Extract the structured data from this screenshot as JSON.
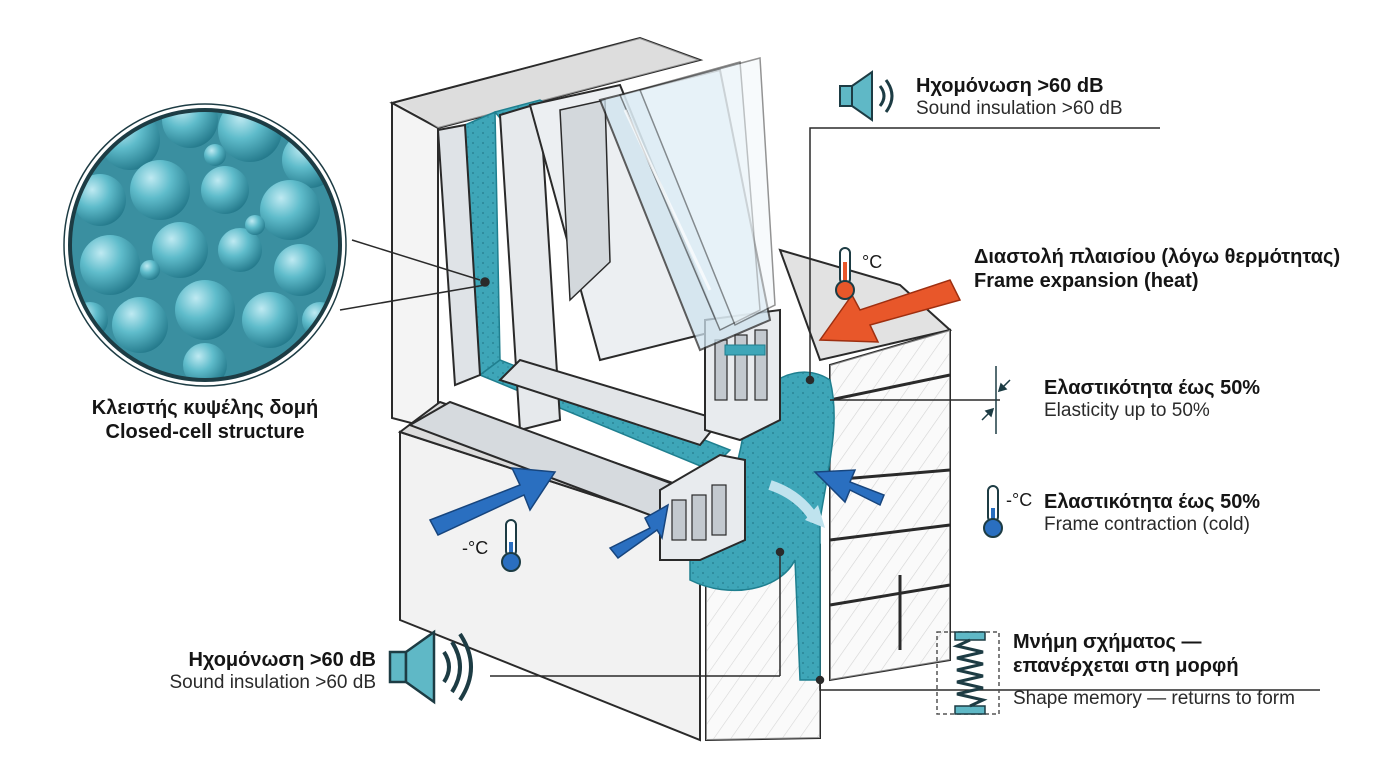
{
  "labels": {
    "closed_cell": {
      "greek": "Κλειστής κυψέλης δομή",
      "english": "Closed-cell structure"
    },
    "sound_top": {
      "greek": "Ηχομόνωση >60 dB",
      "english": "Sound insulation >60 dB"
    },
    "frame_expansion": {
      "greek": "Διαστολή πλαισίου (λόγω θερμότητας)",
      "english": "Frame expansion (heat)"
    },
    "elasticity": {
      "greek": "Ελαστικότητα έως 50%",
      "english": "Elasticity up to 50%"
    },
    "contraction": {
      "greek": "Ελαστικότητα έως 50%",
      "english": "Frame contraction (cold)"
    },
    "shape_memory": {
      "greek_line1": "Μνήμη σχήματος —",
      "greek_line2": "επανέρχεται στη μορφή",
      "english": "Shape memory — returns to form"
    },
    "sound_bottom": {
      "greek": "Ηχομόνωση >60 dB",
      "english": "Sound insulation >60 dB"
    }
  },
  "thermometers": {
    "hot": "°C",
    "cold_right": "-°C",
    "cold_left": "-°C"
  },
  "icons": [
    "speaker-icon",
    "thermometer-hot-icon",
    "thermometer-cold-icon",
    "spring-icon",
    "elasticity-arrows-icon"
  ],
  "colors": {
    "foam": "#3ea6b8",
    "foam_dark": "#1f7f8f",
    "arrow_blue": "#2a6fc0",
    "arrow_orange": "#e8572a",
    "frame": "#d8dce0",
    "wall": "#ececec"
  }
}
